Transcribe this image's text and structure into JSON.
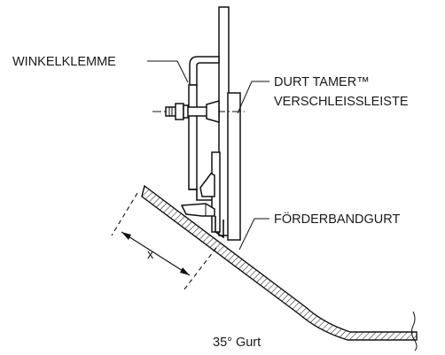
{
  "labels": {
    "angle_clamp": "WINKELKLEMME",
    "wear_strip_line1": "DURT TAMER™",
    "wear_strip_line2": "VERSCHLEISSLEISTE",
    "belt": "FÖRDERBANDGURT",
    "dimension": "x",
    "caption": "35° Gurt"
  }
}
